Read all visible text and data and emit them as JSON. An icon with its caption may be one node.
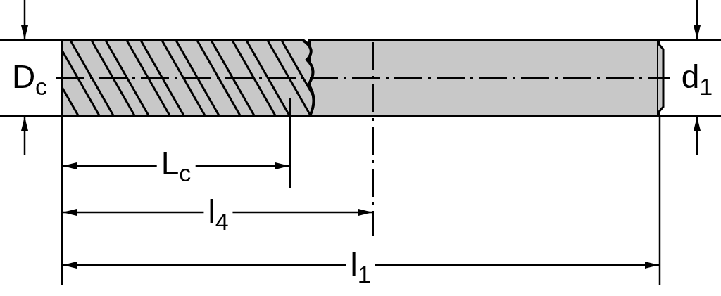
{
  "diagram": {
    "labels": [
      "D$_{c}$",
      "d$_{1}$",
      "L$_{c}$",
      "l$_{4}$",
      "l$_{1}$"
    ]
  }
}
